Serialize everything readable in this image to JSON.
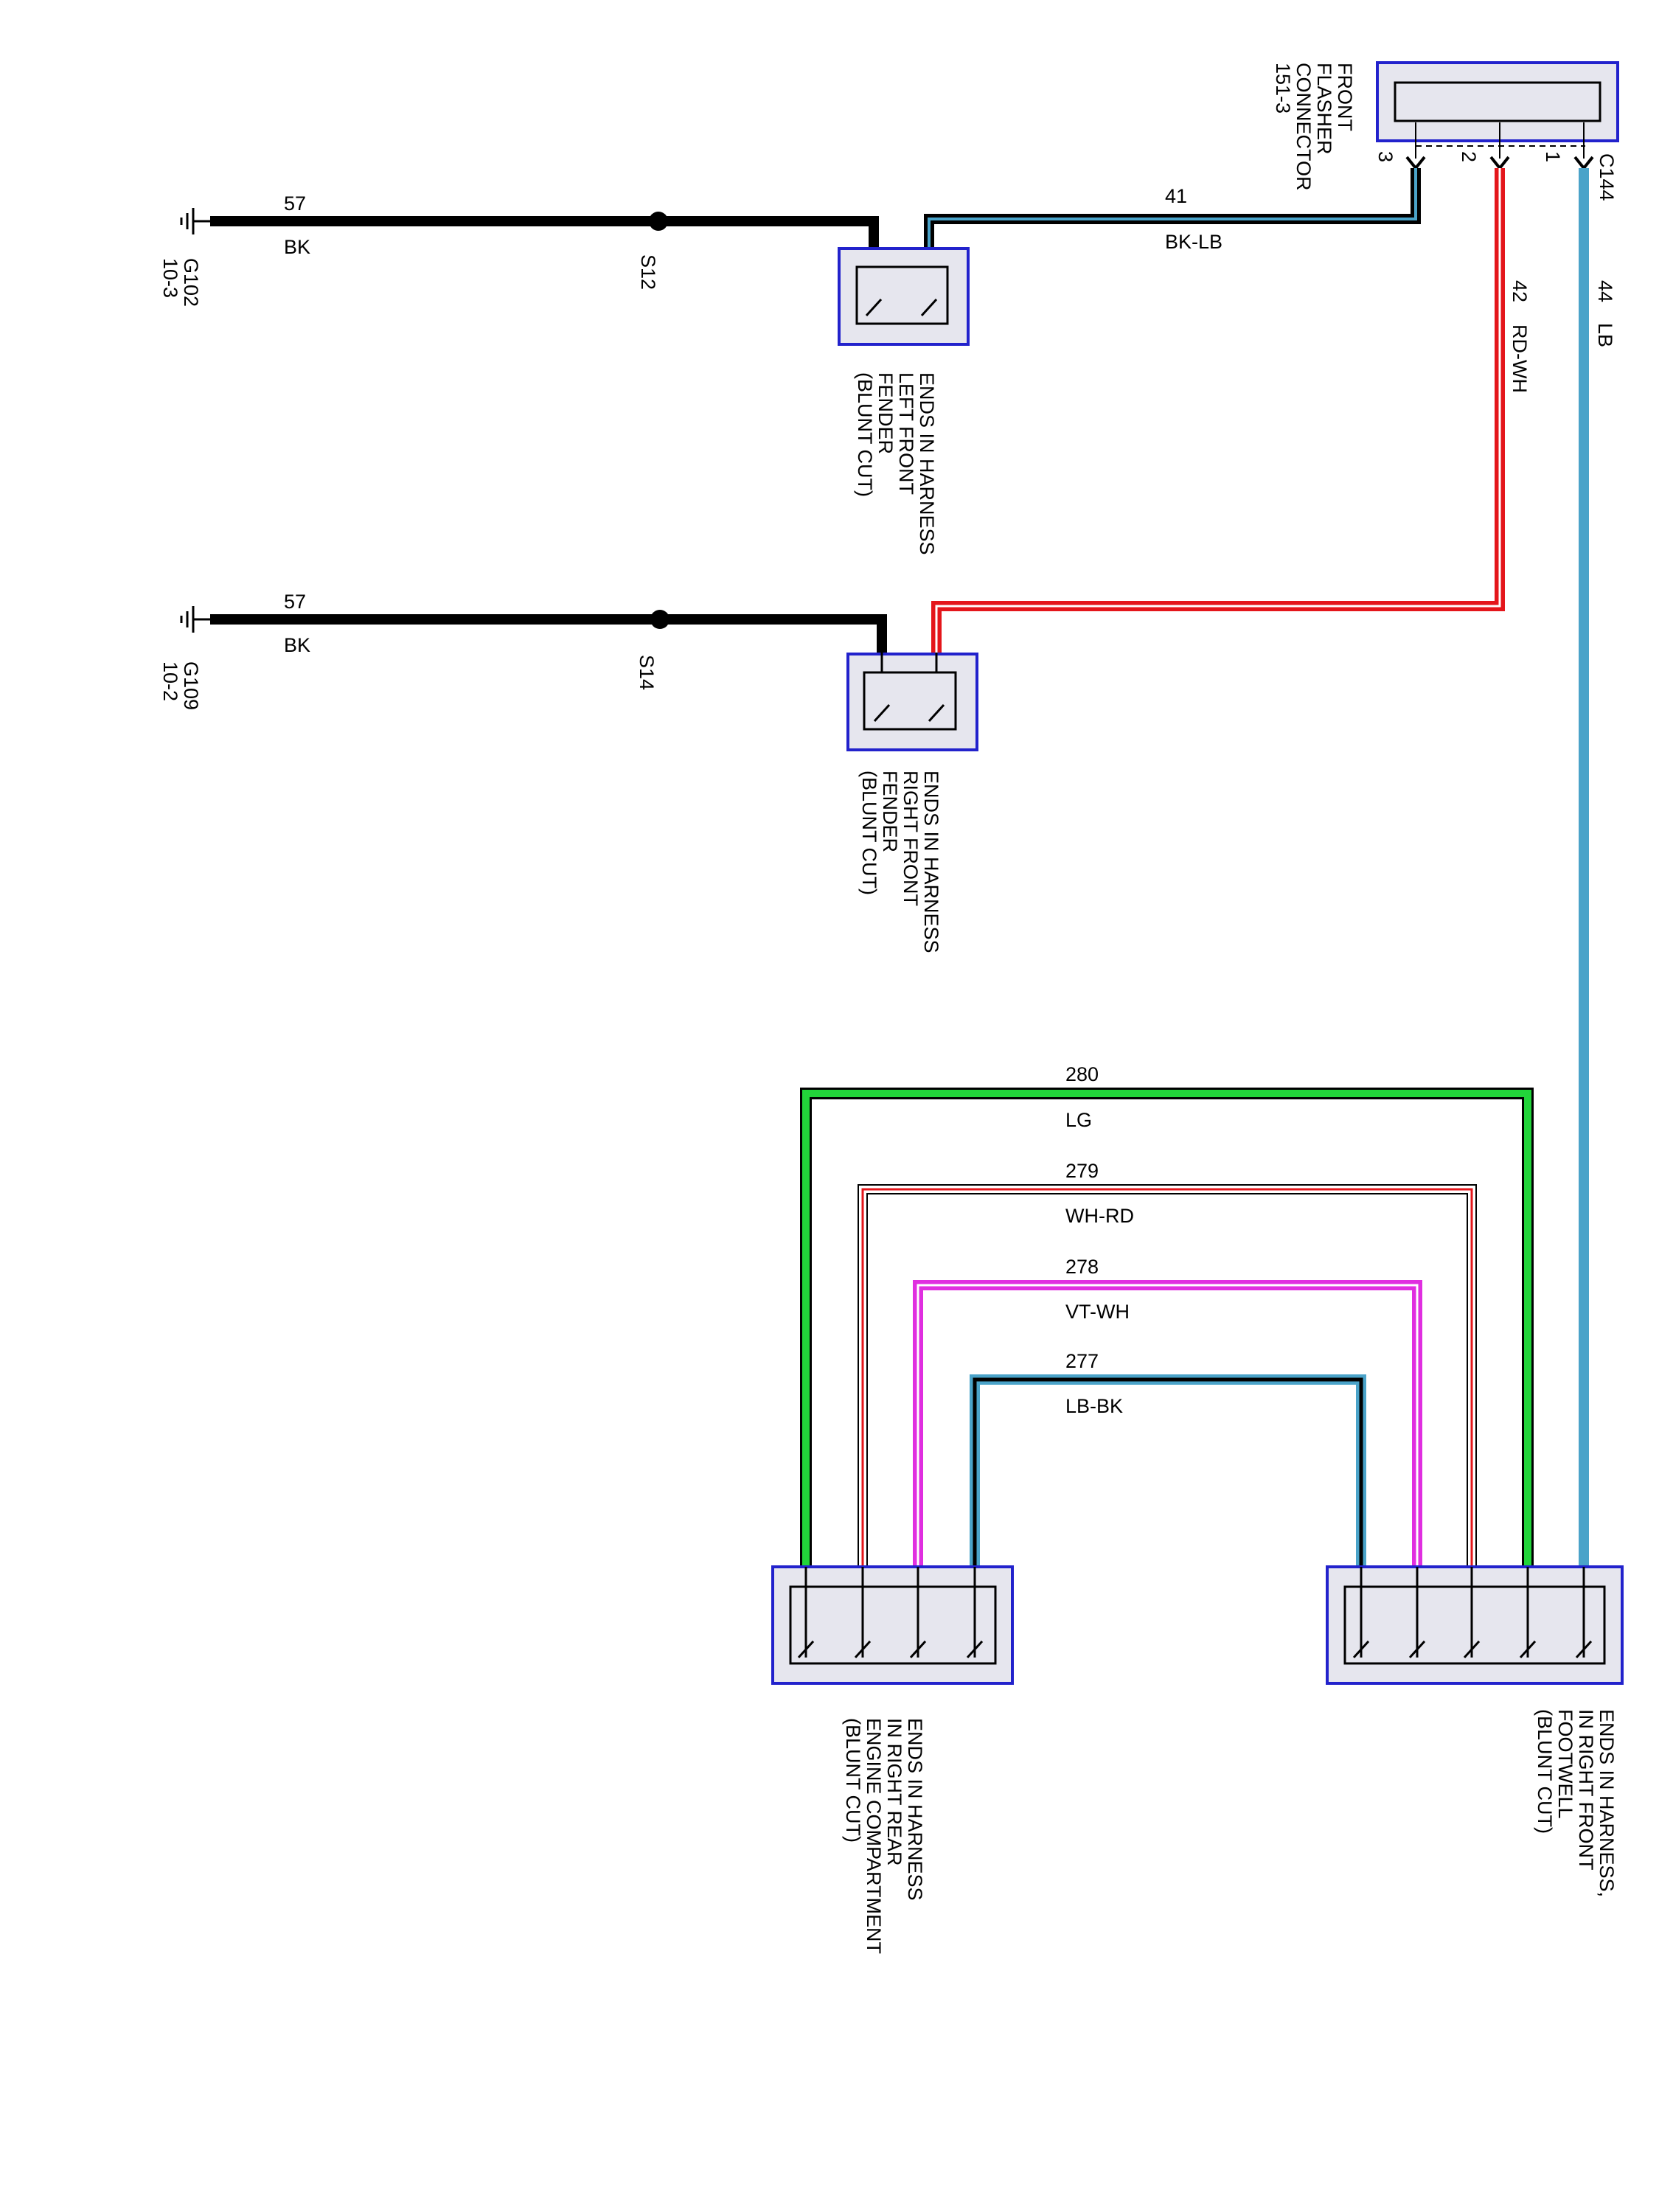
{
  "colors": {
    "black": "#000000",
    "light_blue": "#4aa3c9",
    "red": "#e4161b",
    "light_green": "#22d43a",
    "violet": "#e02ee0",
    "white": "#ffffff",
    "connector_border": "#2222cc",
    "connector_fill": "#e6e6ee"
  },
  "flasher": {
    "label_lines": [
      "FRONT",
      "FLASHER",
      "CONNECTOR",
      "151-3"
    ],
    "connector_id": "C144",
    "pins": [
      "3",
      "2",
      "1"
    ]
  },
  "circuits": {
    "c57_top": {
      "number": "57",
      "color_code": "BK",
      "ground_id": "G102",
      "ground_ref": "10-3",
      "splice": "S12"
    },
    "c57_mid": {
      "number": "57",
      "color_code": "BK",
      "ground_id": "G109",
      "ground_ref": "10-2",
      "splice": "S14"
    },
    "c41": {
      "number": "41",
      "color_code": "BK-LB"
    },
    "c42": {
      "number": "42",
      "color_code": "RD-WH"
    },
    "c44": {
      "number": "44",
      "color_code": "LB"
    },
    "c280": {
      "number": "280",
      "color_code": "LG"
    },
    "c279": {
      "number": "279",
      "color_code": "WH-RD"
    },
    "c278": {
      "number": "278",
      "color_code": "VT-WH"
    },
    "c277": {
      "number": "277",
      "color_code": "LB-BK"
    }
  },
  "harness_ends": {
    "left_front_fender": [
      "ENDS IN HARNESS",
      "LEFT FRONT",
      "FENDER",
      "(BLUNT CUT)"
    ],
    "right_front_fender": [
      "ENDS IN HARNESS",
      "RIGHT FRONT",
      "FENDER",
      "(BLUNT CUT)"
    ],
    "right_rear_engine": [
      "ENDS IN HARNESS",
      "IN RIGHT REAR",
      "ENGINE COMPARTMENT",
      "(BLUNT CUT)"
    ],
    "right_front_footwell": [
      "ENDS IN HARNESS,",
      "IN RIGHT FRONT",
      "FOOTWELL",
      "(BLUNT CUT)"
    ]
  }
}
